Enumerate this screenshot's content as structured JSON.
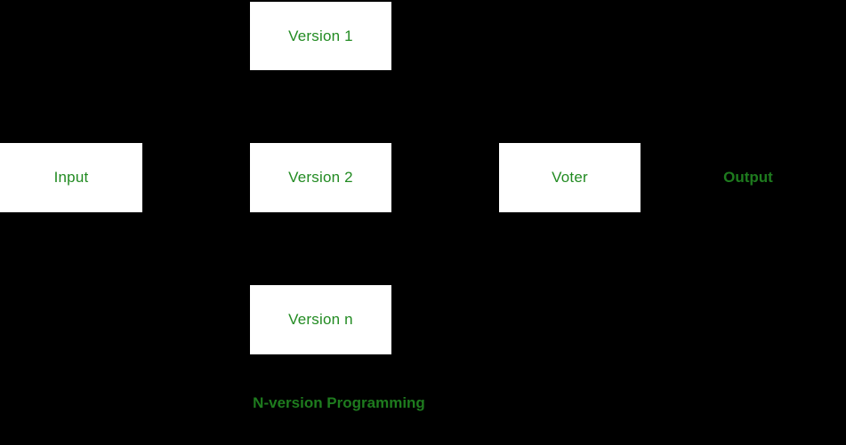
{
  "diagram": {
    "caption": "N-version Programming",
    "nodes": [
      {
        "id": "input",
        "label": "Input",
        "shape": "box"
      },
      {
        "id": "version-1",
        "label": "Version 1",
        "shape": "box"
      },
      {
        "id": "version-2",
        "label": "Version 2",
        "shape": "box"
      },
      {
        "id": "version-n",
        "label": "Version n",
        "shape": "box"
      },
      {
        "id": "voter",
        "label": "Voter",
        "shape": "box"
      },
      {
        "id": "output",
        "label": "Output",
        "shape": "text"
      }
    ],
    "colors": {
      "background": "#000000",
      "node_fill": "#ffffff",
      "node_text": "#228B22",
      "on_black_text": "#1E7B1E"
    }
  }
}
